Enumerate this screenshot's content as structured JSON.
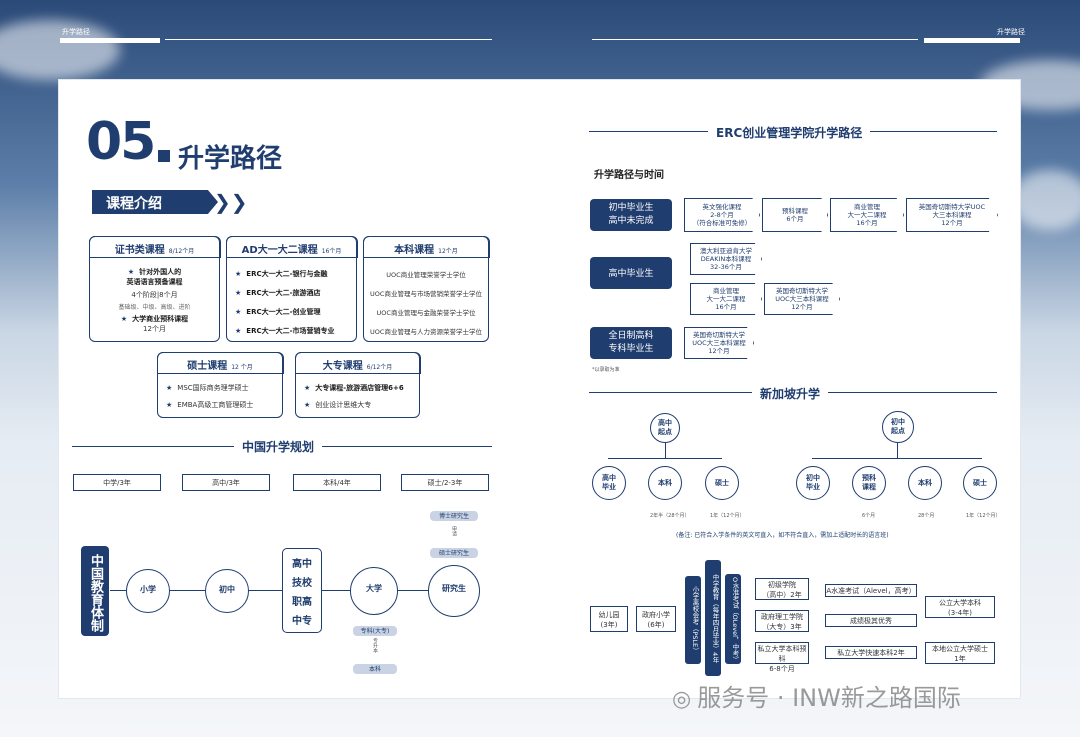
{
  "header": {
    "left": "升学路径",
    "right": "升学路径"
  },
  "title": {
    "num": "05",
    "text": "升学路径"
  },
  "ribbon": "课程介绍",
  "cards": {
    "cert": {
      "title": "证书类课程",
      "dur": "8/12个月",
      "l1": "针对外国人的",
      "l2": "英语语言预备课程",
      "l3": "4个阶段|8个月",
      "l4": "基础级、中级、高级、进阶",
      "l5": "大学商业预科课程",
      "l6": "12个月"
    },
    "ad": {
      "title": "AD大一大二课程",
      "dur": "16个月",
      "items": [
        "ERC大一大二-银行与金融",
        "ERC大一大二-旅游酒店",
        "ERC大一大二-创业管理",
        "ERC大一大二-市场营销专业"
      ]
    },
    "bach": {
      "title": "本科课程",
      "dur": "12个月",
      "items": [
        "UOC商业管理荣誉学士学位",
        "UOC商业管理与市场营销荣誉学士学位",
        "UOC商业管理与金融荣誉学士学位",
        "UOC商业管理与人力资源荣誉学士学位"
      ]
    },
    "master": {
      "title": "硕士课程",
      "dur": "12 个月",
      "items": [
        "MSC国际商务理学硕士",
        "EMBA高级工商管理硕士"
      ]
    },
    "college": {
      "title": "大专课程",
      "dur": "6/12个月",
      "items": [
        "大专课程-旅游酒店管理6+6",
        "创业设计思维大专"
      ]
    }
  },
  "china": {
    "title": "中国升学规划",
    "stages": [
      "中学/3年",
      "高中/3年",
      "本科/4年",
      "硕士/2-3年"
    ],
    "system": "中国教育体制",
    "nodes": {
      "primary": "小学",
      "junior": "初中",
      "senior": [
        "高中",
        "技校",
        "职高",
        "中专"
      ],
      "univ": "大学",
      "college": "专科(大专)",
      "upgrade": "专升本",
      "bach": "本科",
      "grad": "研究生",
      "phd": "博士研究生",
      "apply": "申请",
      "master": "硕士研究生"
    }
  },
  "erc": {
    "title": "ERC创业管理学院升学路径",
    "sub": "升学路径与时间",
    "rows": [
      {
        "label": [
          "初中毕业生",
          "高中未完成"
        ],
        "steps": [
          [
            "英文强化课程",
            "2-8个月",
            "（符合标准可免修）"
          ],
          [
            "预科课程",
            "6个月"
          ],
          [
            "商业管理",
            "大一大二课程",
            "16个月"
          ],
          [
            "英国奇切斯特大学UOC",
            "大三本科课程",
            "12个月"
          ]
        ]
      },
      {
        "label": [
          "高中毕业生"
        ],
        "stepsA": [
          [
            "澳大利亚迪肯大学",
            "DEAKIN本科课程",
            "32-36个月"
          ]
        ],
        "stepsB": [
          [
            "商业管理",
            "大一大二课程",
            "16个月"
          ],
          [
            "英国奇切斯特大学",
            "UOC大三本科课程",
            "12个月"
          ]
        ]
      },
      {
        "label": [
          "全日制高科",
          "专科毕业生"
        ],
        "steps": [
          [
            "英国奇切斯特大学",
            "UOC大三本科课程",
            "12个月"
          ]
        ]
      }
    ],
    "note": "*以录取为准"
  },
  "sg": {
    "title": "新加坡升学",
    "start1": [
      "高中",
      "起点"
    ],
    "start2": [
      "初中",
      "起点"
    ],
    "path1": [
      [
        "高中",
        "毕业"
      ],
      [
        "本科"
      ],
      [
        "硕士"
      ]
    ],
    "path2": [
      [
        "初中",
        "毕业"
      ],
      [
        "预科",
        "课程"
      ],
      [
        "本科"
      ],
      [
        "硕士"
      ]
    ],
    "dur1": [
      "2年半（28个月）",
      "1年（12个月）"
    ],
    "dur2": [
      "6个月",
      "28个月",
      "1年（12个月）"
    ],
    "remark": "(备注: 已符合入学条件的英文可直入，如不符合直入，需加上适配时长的语言班)"
  },
  "sgsys": {
    "kinder": [
      "幼儿园",
      "(3年)"
    ],
    "primary": [
      "政府小学",
      "(6年)"
    ],
    "psle": "小学离校会考（PSLE）",
    "sec": "中学教育（每年四月毕业）4年",
    "olevel": "O水准考试（OLevel，中考）",
    "jc": [
      "初级学院",
      "（高中）2年"
    ],
    "poly": [
      "政府理工学院",
      "（大专）3年"
    ],
    "pfp": [
      "私立大学本科预科",
      "6-8个月"
    ],
    "alevel": "A水准考试（Alevel，高考）",
    "excellent": "成绩极其优秀",
    "private": "私立大学快速本科2年",
    "public": [
      "公立大学本科",
      "(3-4年)"
    ],
    "master": [
      "本地公立大学硕士",
      "1年"
    ]
  },
  "watermark": "服务号 · INW新之路国际"
}
